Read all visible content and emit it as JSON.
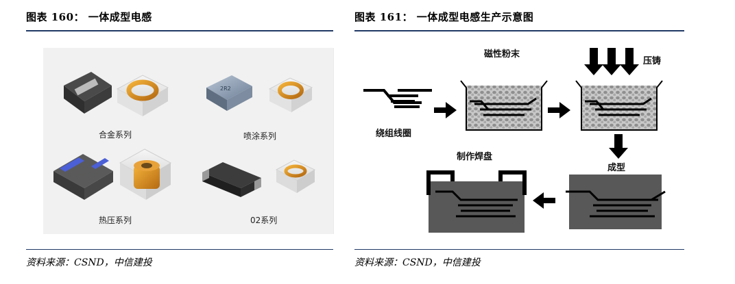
{
  "left_figure": {
    "title_prefix": "图表 ",
    "title_number": "160",
    "title_suffix": "：  一体成型电感",
    "series": [
      "合金系列",
      "喷涂系列",
      "热压系列",
      "02系列"
    ],
    "source": "资料来源：CSND，中信建投",
    "rule_color": "#1f3864"
  },
  "right_figure": {
    "title_prefix": "图表 ",
    "title_number": "161",
    "title_suffix": "：  一体成型电感生产示意图",
    "labels": {
      "magnetic_powder": "磁性粉末",
      "die_casting": "压铸",
      "winding_coil": "绕组线圈",
      "forming": "成型",
      "solder_pad": "制作焊盘"
    },
    "source": "资料来源：CSND，中信建投"
  }
}
